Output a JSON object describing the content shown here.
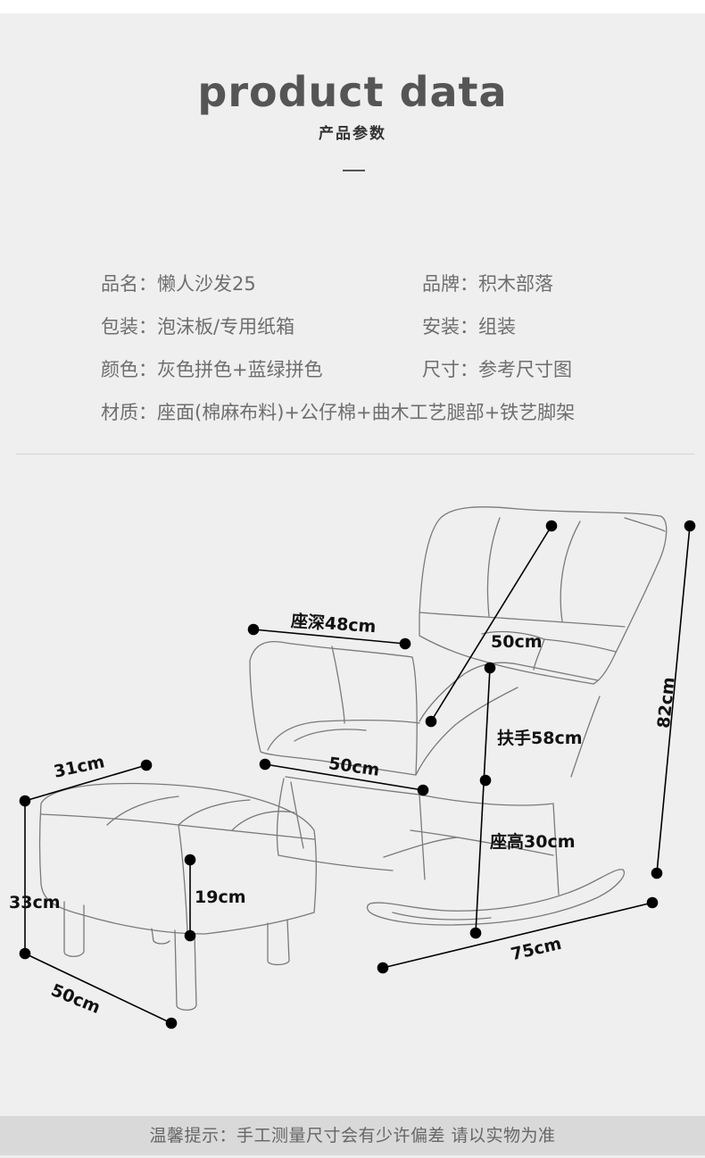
{
  "header": {
    "title": "product data",
    "subtitle": "产品参数"
  },
  "specs": {
    "name": "品名：懒人沙发25",
    "brand": "品牌：积木部落",
    "packaging": "包装：泡沫板/专用纸箱",
    "install": "安装：组装",
    "color": "颜色：灰色拼色+蓝绿拼色",
    "size": "尺寸：参考尺寸图",
    "material": "材质：座面(棉麻布料)+公仔棉+曲木工艺腿部+铁艺脚架"
  },
  "dimensions": {
    "seat_depth": "座深48cm",
    "back_width": "50cm",
    "armrest": "扶手58cm",
    "seat_width": "50cm",
    "total_height": "82cm",
    "seat_height": "座高30cm",
    "chair_length": "75cm",
    "stool_depth": "31cm",
    "stool_height": "33cm",
    "stool_cushion": "19cm",
    "stool_width": "50cm"
  },
  "footer": {
    "note": "温馨提示：手工测量尺寸会有少许偏差 请以实物为准"
  },
  "icons": {
    "drawing": "rocking-chair-with-ottoman-illustration"
  }
}
